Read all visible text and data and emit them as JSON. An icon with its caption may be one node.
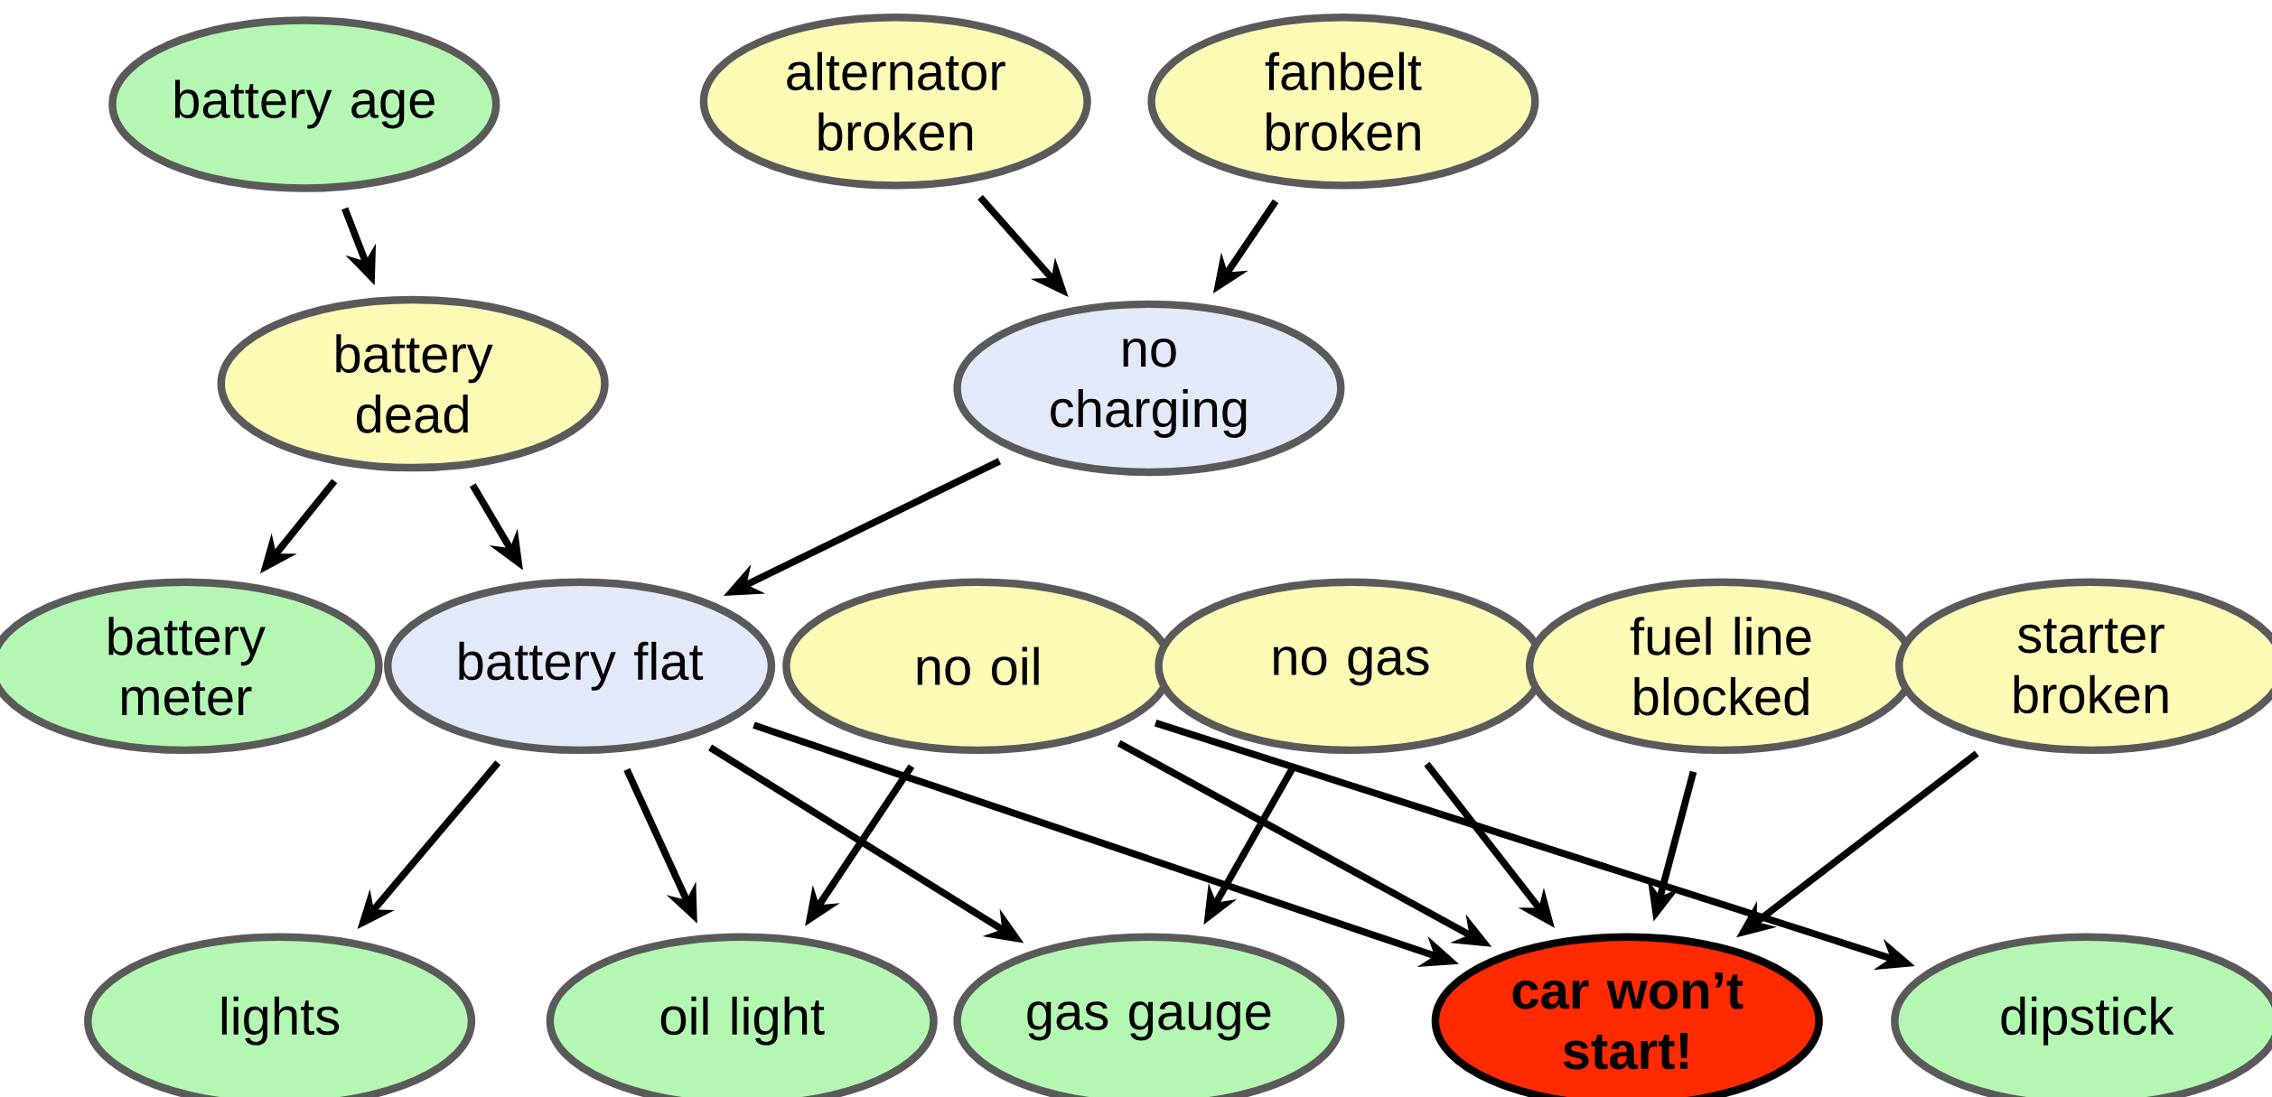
{
  "diagram": {
    "nodes": [
      {
        "text": [
          "battery age"
        ]
      },
      {
        "text": [
          "alternator broken"
        ]
      },
      {
        "text": [
          "fanbelt broken"
        ]
      },
      {
        "text": [
          "battery dead"
        ]
      },
      {
        "text": [
          "no charging"
        ]
      },
      {
        "text": [
          "battery meter"
        ]
      },
      {
        "text": [
          "battery flat"
        ]
      },
      {
        "text": [
          "no oil"
        ]
      },
      {
        "text": [
          "no gas"
        ]
      },
      {
        "text": [
          "fuel line blocked"
        ]
      },
      {
        "text": [
          "starter broken"
        ]
      },
      {
        "text": [
          "lights"
        ]
      },
      {
        "text": [
          "oil light"
        ]
      },
      {
        "text": [
          "gas gauge"
        ]
      },
      {
        "text": [
          "car won’t start!"
        ]
      },
      {
        "text": [
          "dipstick"
        ]
      }
    ],
    "edges": [
      {
        "from": 0,
        "to": 3,
        "arrow": "to"
      },
      {
        "from": 1,
        "to": 4,
        "arrow": "to"
      },
      {
        "from": 2,
        "to": 4,
        "arrow": "to"
      },
      {
        "from": 3,
        "to": 5,
        "arrow": "to"
      },
      {
        "from": 3,
        "to": 6,
        "arrow": "to"
      },
      {
        "from": 4,
        "to": 6,
        "arrow": "to"
      },
      {
        "from": 6,
        "to": 11,
        "arrow": "to"
      },
      {
        "from": 6,
        "to": 12,
        "arrow": "to"
      },
      {
        "from": 6,
        "to": 13,
        "arrow": "to"
      },
      {
        "from": 6,
        "to": 14,
        "arrow": "to"
      },
      {
        "from": 7,
        "to": 12,
        "arrow": "to"
      },
      {
        "from": 7,
        "to": 14,
        "arrow": "to"
      },
      {
        "from": 7,
        "to": 15,
        "arrow": "to"
      },
      {
        "from": 8,
        "to": 13,
        "arrow": "to"
      },
      {
        "from": 8,
        "to": 14,
        "arrow": "to"
      },
      {
        "from": 9,
        "to": 14,
        "arrow": "to"
      },
      {
        "from": 10,
        "to": 14,
        "arrow": "to"
      }
    ]
  }
}
